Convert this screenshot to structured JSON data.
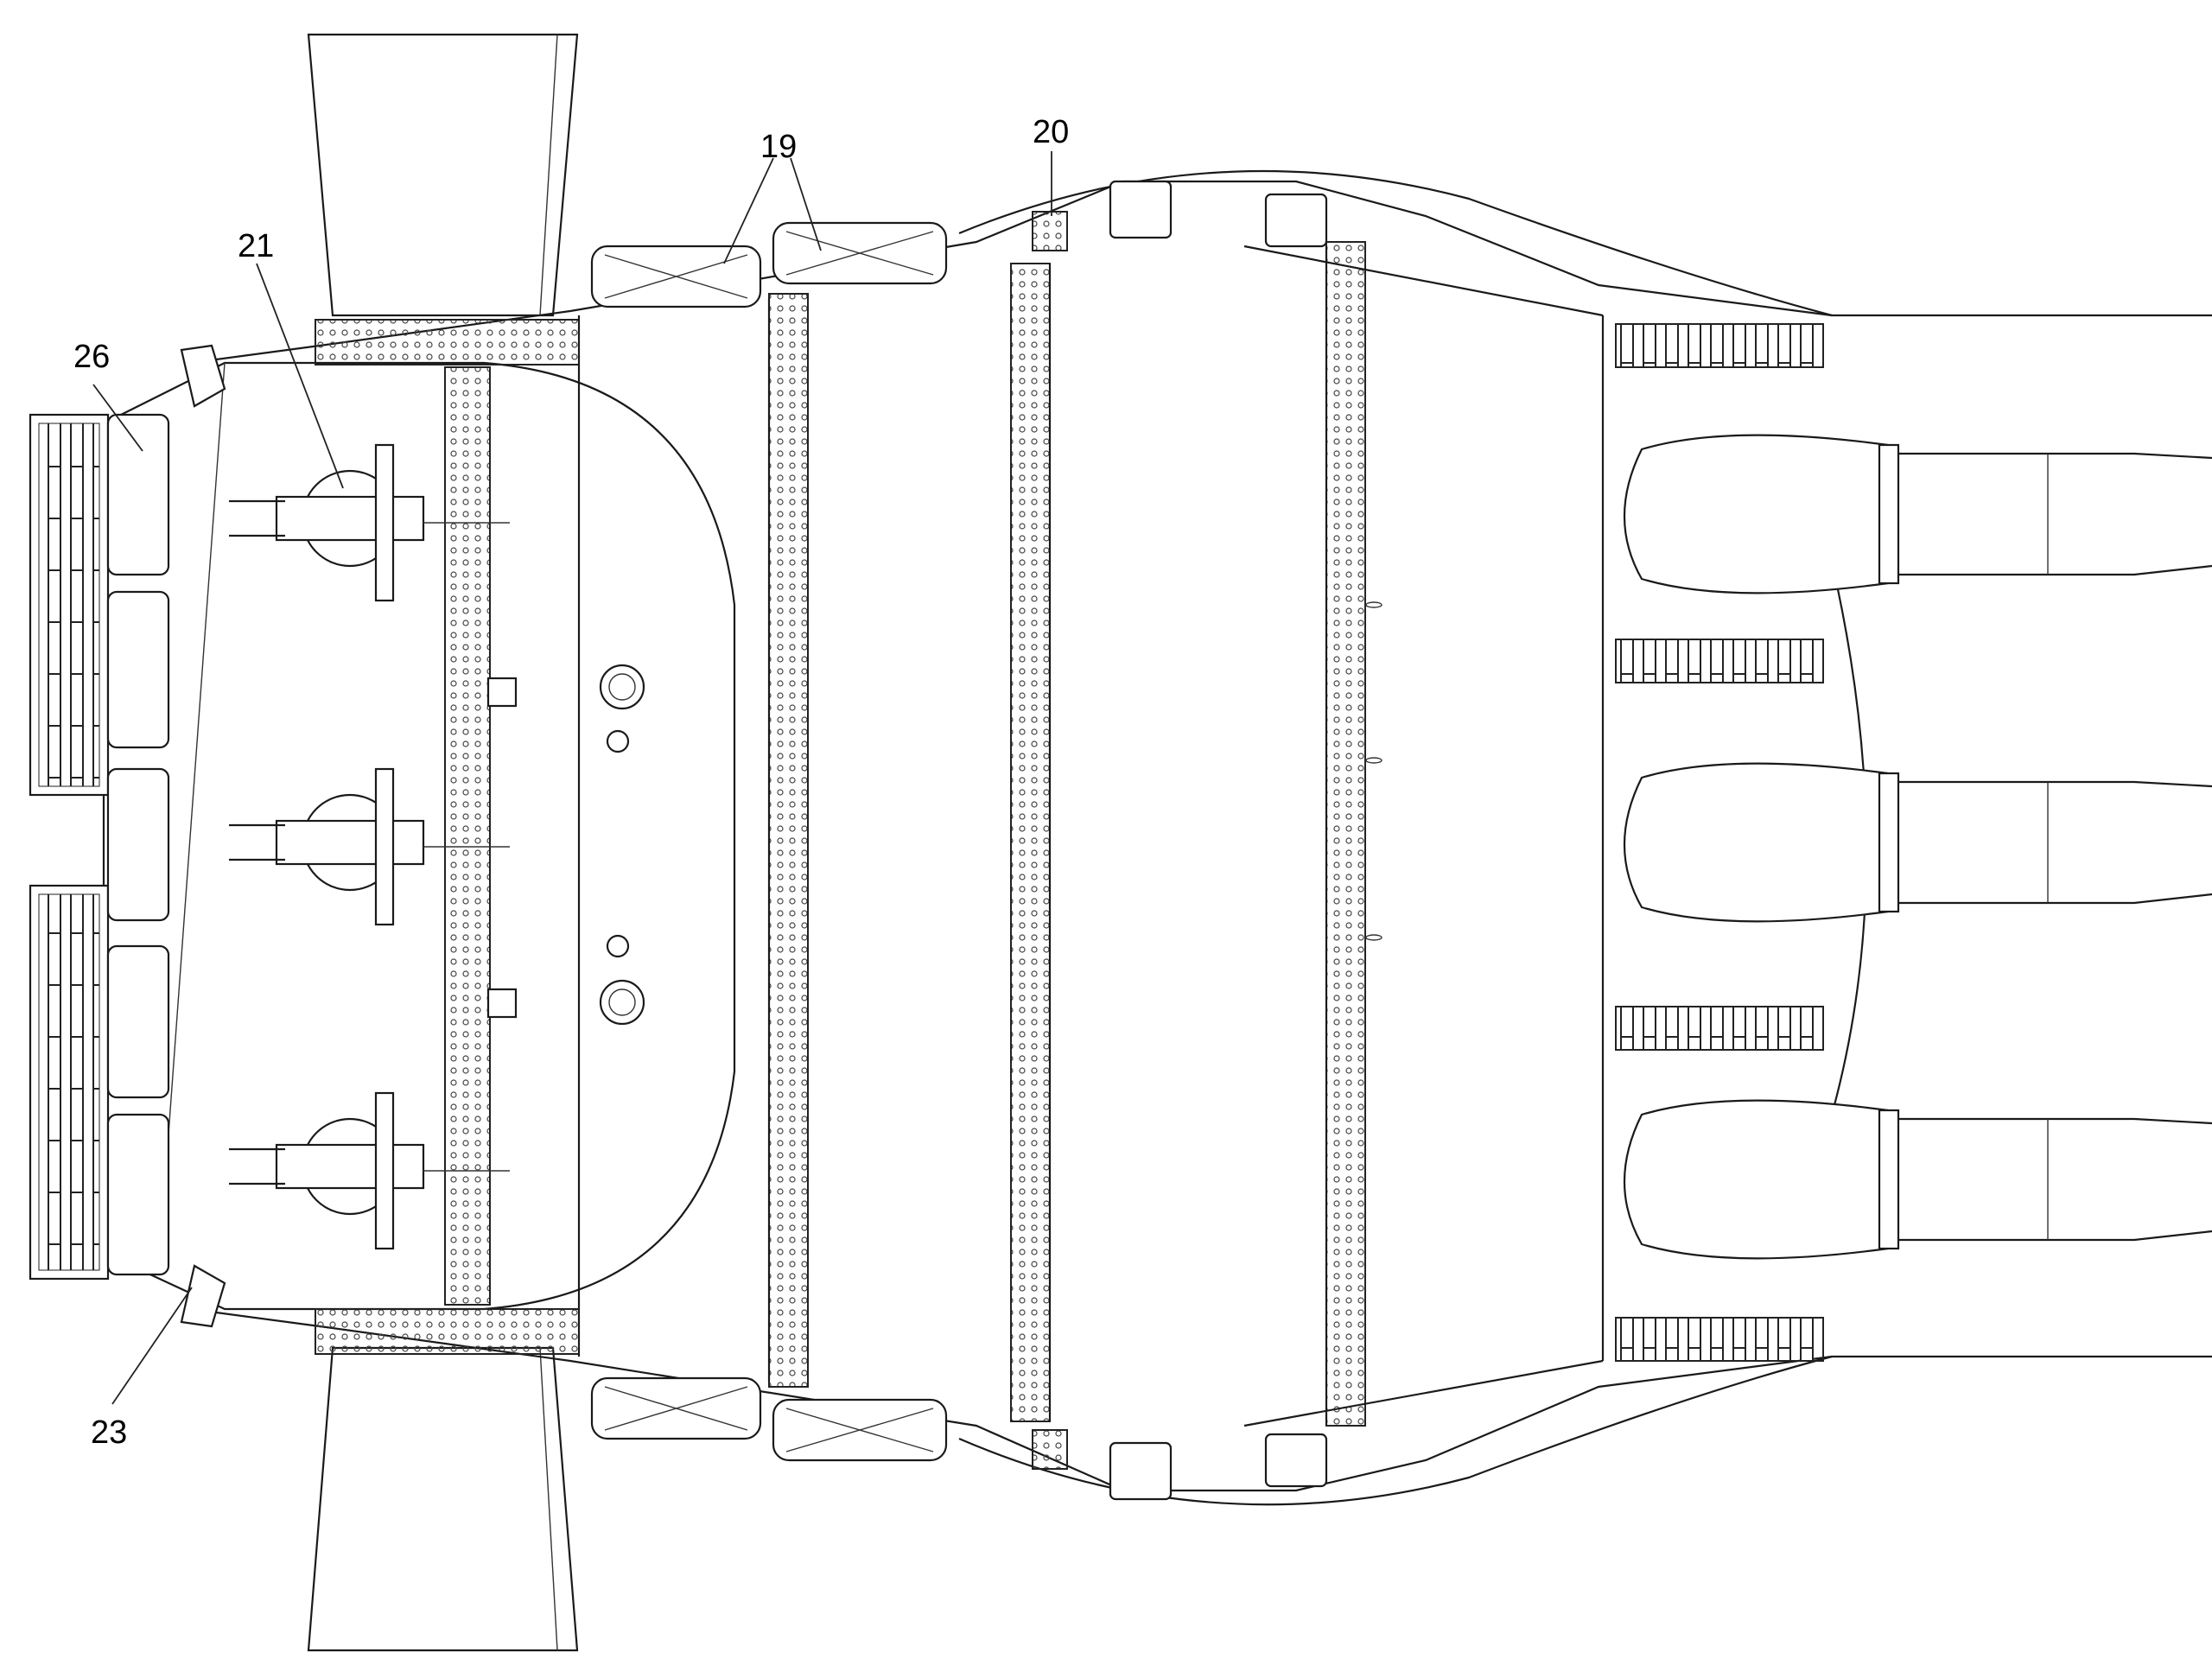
{
  "figure": {
    "reference_labels": {
      "r19": "19",
      "r20": "20",
      "r21": "21",
      "r23": "23",
      "r26": "26"
    }
  },
  "colors": {
    "line": "#1a1a1a",
    "background": "#ffffff"
  }
}
